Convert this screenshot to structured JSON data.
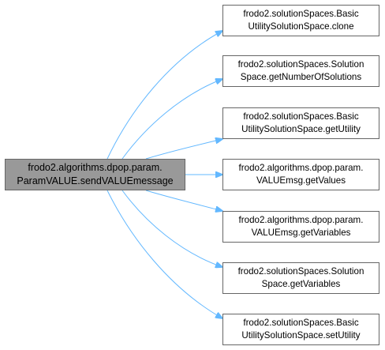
{
  "source": {
    "line1": "frodo2.algorithms.dpop.param.",
    "line2": "ParamVALUE.sendVALUEmessage"
  },
  "targets": [
    {
      "line1": "frodo2.solutionSpaces.Basic",
      "line2": "UtilitySolutionSpace.clone"
    },
    {
      "line1": "frodo2.solutionSpaces.Solution",
      "line2": "Space.getNumberOfSolutions"
    },
    {
      "line1": "frodo2.solutionSpaces.Basic",
      "line2": "UtilitySolutionSpace.getUtility"
    },
    {
      "line1": "frodo2.algorithms.dpop.param.",
      "line2": "VALUEmsg.getValues"
    },
    {
      "line1": "frodo2.algorithms.dpop.param.",
      "line2": "VALUEmsg.getVariables"
    },
    {
      "line1": "frodo2.solutionSpaces.Solution",
      "line2": "Space.getVariables"
    },
    {
      "line1": "frodo2.solutionSpaces.Basic",
      "line2": "UtilitySolutionSpace.setUtility"
    }
  ],
  "colors": {
    "edge": "#63b8ff",
    "source_fill": "#999999",
    "node_border": "#666666"
  }
}
